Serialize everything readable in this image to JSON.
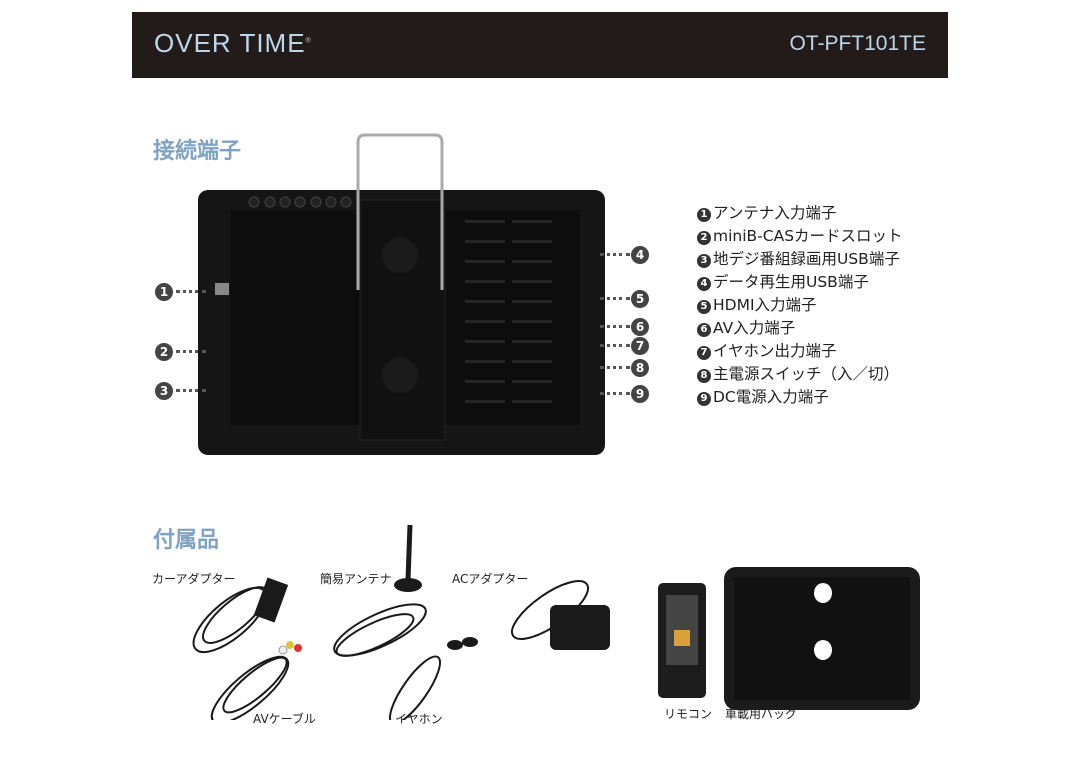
{
  "header": {
    "brand": "OVER TIME",
    "model": "OT-PFT101TE"
  },
  "connections": {
    "title": "接続端子",
    "ports": [
      {
        "num": "1",
        "label": "アンテナ入力端子"
      },
      {
        "num": "2",
        "label": "miniB-CASカードスロット"
      },
      {
        "num": "3",
        "label": "地デジ番組録画用USB端子"
      },
      {
        "num": "4",
        "label": "データ再生用USB端子"
      },
      {
        "num": "5",
        "label": "HDMI入力端子"
      },
      {
        "num": "6",
        "label": "AV入力端子"
      },
      {
        "num": "7",
        "label": "イヤホン出力端子"
      },
      {
        "num": "8",
        "label": "主電源スイッチ（入／切）"
      },
      {
        "num": "9",
        "label": "DC電源入力端子"
      }
    ]
  },
  "accessories": {
    "title": "付属品",
    "items": [
      {
        "label": "カーアダプター"
      },
      {
        "label": "簡易アンテナ"
      },
      {
        "label": "ACアダプター"
      },
      {
        "label": "AVケーブル"
      },
      {
        "label": "イヤホン"
      },
      {
        "label": "リモコン"
      },
      {
        "label": "車載用バッグ"
      }
    ]
  },
  "colors": {
    "banner": "#231b1a",
    "brand_text": "#bcd6ea",
    "heading": "#7fa3c4"
  }
}
